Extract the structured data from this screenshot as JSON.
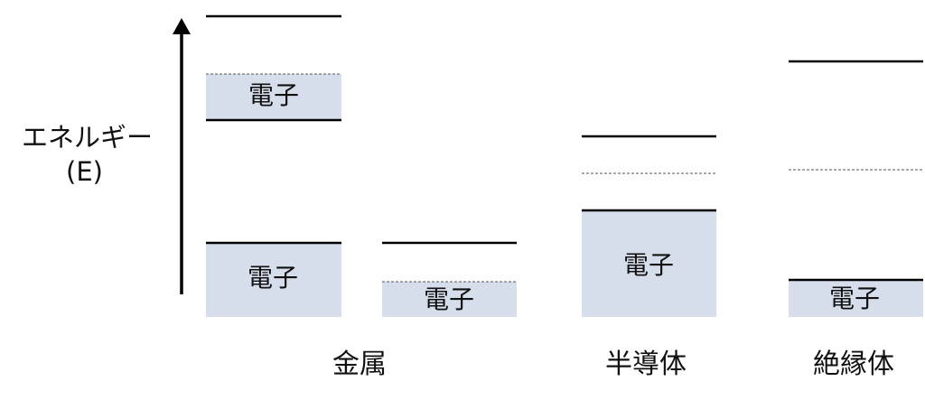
{
  "axis": {
    "label_line1": "エネルギー",
    "label_line2": "(E)"
  },
  "band_fill_color": "#d6deeb",
  "electron_label": "電子",
  "groups": {
    "metal": "金属",
    "semiconductor": "半導体",
    "insulator": "絶縁体"
  }
}
